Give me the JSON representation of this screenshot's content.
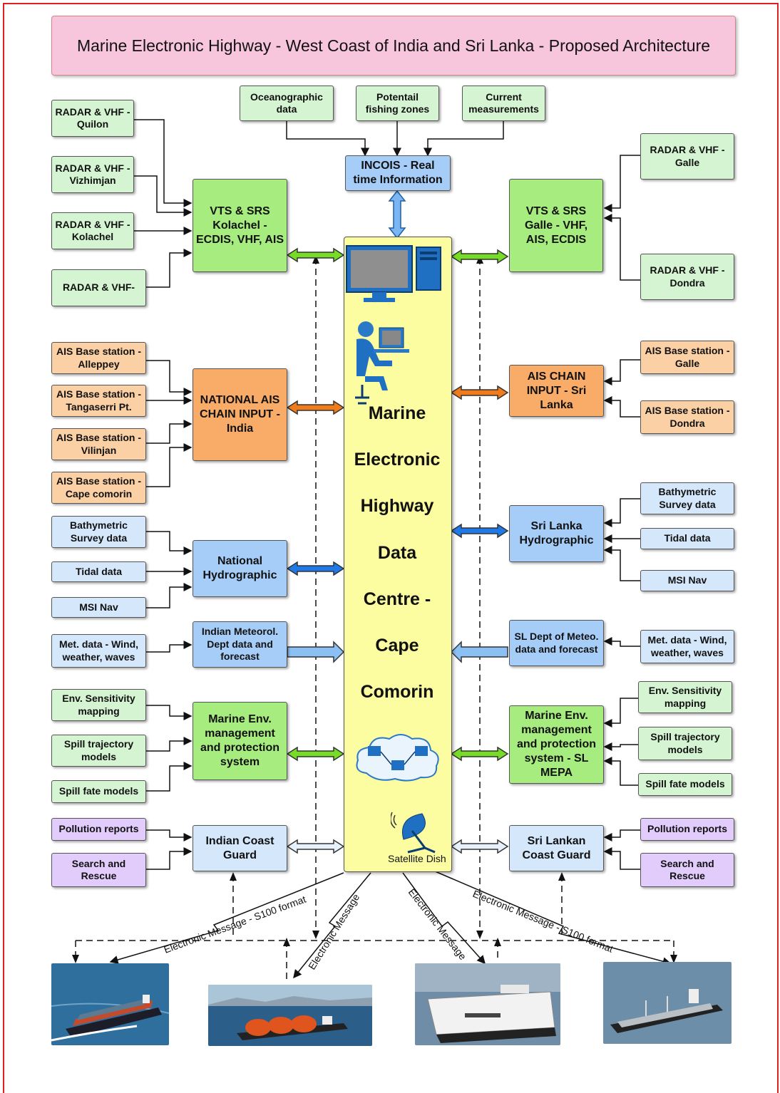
{
  "title": "Marine Electronic Highway - West Coast of India and Sri Lanka - Proposed Architecture",
  "center": {
    "lines": [
      "Marine",
      "Electronic",
      "Highway",
      "Data",
      "Centre -",
      "Cape",
      "Comorin"
    ],
    "satellite_label": "Satellite Dish"
  },
  "top_sources": {
    "oceanographic": "Oceanographic data",
    "fishing": "Potentail fishing zones",
    "current": "Current measurements",
    "incois": "INCOIS - Real time Information"
  },
  "left": {
    "radar_quilon": "RADAR & VHF - Quilon",
    "radar_vizhimjan": "RADAR & VHF - Vizhimjan",
    "radar_kolachel": "RADAR & VHF - Kolachel",
    "radar_blank": "RADAR & VHF-",
    "vts_kolachel": "VTS & SRS Kolachel - ECDIS, VHF, AIS",
    "ais_alleppey": "AIS Base station - Alleppey",
    "ais_tangaserri": "AIS Base station - Tangaserri Pt.",
    "ais_vilinjan": "AIS Base station - Vilinjan",
    "ais_cape": "AIS Base station - Cape comorin",
    "national_ais": "NATIONAL AIS CHAIN INPUT - India",
    "bathy": "Bathymetric Survey data",
    "tidal": "Tidal data",
    "msi": "MSI Nav",
    "national_hydro": "National Hydrographic",
    "met": "Met. data - Wind, weather, waves",
    "imd": "Indian Meteorol. Dept data and forecast",
    "env": "Env. Sensitivity mapping",
    "spill_traj": "Spill trajectory models",
    "spill_fate": "Spill fate models",
    "marine_env": "Marine Env. management and protection system",
    "pollution": "Pollution reports",
    "sar": "Search and Rescue",
    "coast_guard": "Indian Coast Guard"
  },
  "right": {
    "radar_galle": "RADAR & VHF - Galle",
    "radar_dondra": "RADAR & VHF - Dondra",
    "vts_galle": "VTS & SRS Galle - VHF, AIS, ECDIS",
    "ais_galle": "AIS Base station - Galle",
    "ais_dondra": "AIS Base station - Dondra",
    "ais_chain": "AIS CHAIN INPUT - Sri Lanka",
    "bathy": "Bathymetric Survey data",
    "tidal": "Tidal data",
    "msi": "MSI Nav",
    "hydro": "Sri Lanka Hydrographic",
    "met": "Met. data - Wind, weather, waves",
    "meteo": "SL Dept of Meteo. data and forecast",
    "env": "Env. Sensitivity mapping",
    "spill_traj": "Spill trajectory models",
    "spill_fate": "Spill fate models",
    "marine_env": "Marine Env. management and protection system - SL MEPA",
    "pollution": "Pollution reports",
    "sar": "Search and Rescue",
    "coast_guard": "Sri Lankan Coast Guard"
  },
  "messages": {
    "m1": "Electronic Message - S100 format",
    "m2": "Electronic Message",
    "m3": "Electronic Message",
    "m4": "Electronic Message - S100 format"
  },
  "colors": {
    "green": "#d5f5d2",
    "bright_green": "#a6ec7e",
    "orange": "#f8ac68",
    "light_orange": "#fbd0a4",
    "blue": "#a6cdf8",
    "light_blue": "#d4e7fb",
    "purple": "#e2ccfb",
    "center_yellow": "#fcfca0",
    "title_pink": "#f7c6dc"
  },
  "icons": [
    "desktop-computer-icon",
    "person-at-computer-icon",
    "network-cloud-icon",
    "satellite-dish-icon",
    "ship-photo"
  ]
}
